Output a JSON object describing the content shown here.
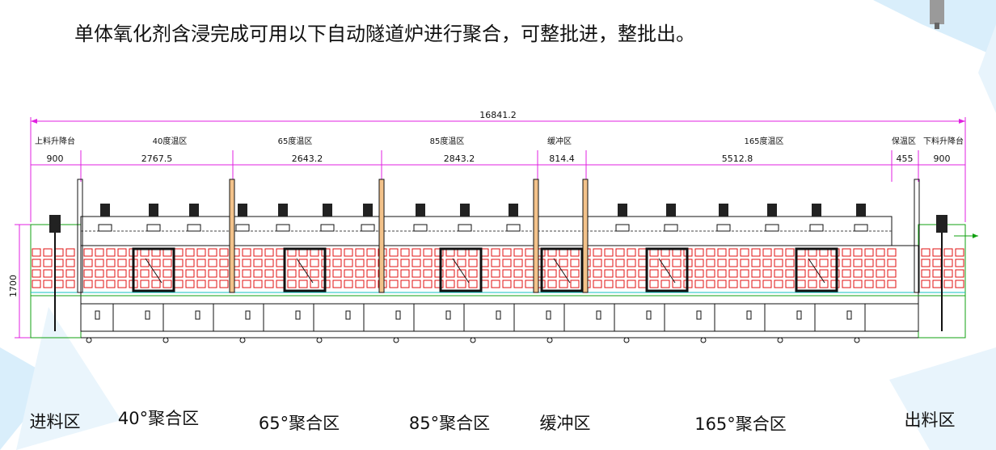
{
  "headline": "单体氧化剂含浸完成可用以下自动隧道炉进行聚合，可整批进，整批出。",
  "drawing": {
    "total_length": "16841.2",
    "height_dim": "1700",
    "sections": [
      {
        "name": "上料升降台",
        "length": "900"
      },
      {
        "name": "40度温区",
        "length": "2767.5"
      },
      {
        "name": "65度温区",
        "length": "2643.2"
      },
      {
        "name": "85度温区",
        "length": "2843.2"
      },
      {
        "name": "缓冲区",
        "length": "814.4"
      },
      {
        "name": "165度温区",
        "length": "5512.8"
      },
      {
        "name": "保温区",
        "length": "455"
      },
      {
        "name": "下料升降台",
        "length": "900"
      }
    ]
  },
  "zones": [
    "进料区",
    "40°聚合区",
    "65°聚合区",
    "85°聚合区",
    "缓冲区",
    "165°聚合区",
    "出料区"
  ],
  "colors": {
    "accent_blue": "#d9eefb",
    "drawing_magenta": "#e020e0",
    "drawing_red": "#e01010",
    "drawing_green": "#10a010",
    "drawing_black": "#111111"
  }
}
